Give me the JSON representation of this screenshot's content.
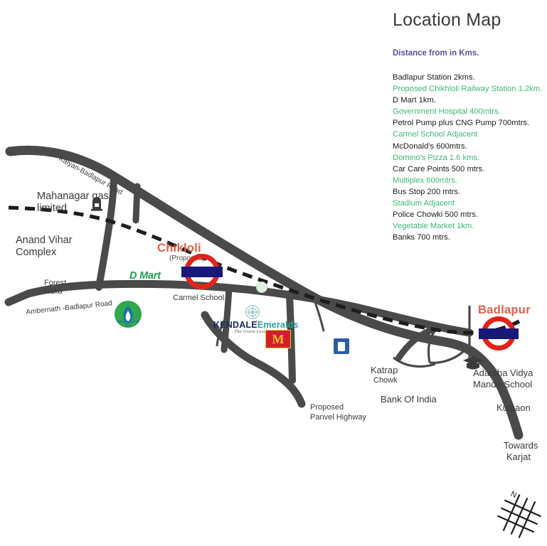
{
  "panel": {
    "title": "Location Map",
    "subtitle": "Distance from in Kms.",
    "legend": [
      {
        "text": "Badlapur Station 2kms.",
        "color": "black"
      },
      {
        "text": "Proposed Chikhloli Railway Station 1.2km.",
        "color": "green"
      },
      {
        "text": "D Mart 1km.",
        "color": "black"
      },
      {
        "text": "Government Hospital 400mtrs.",
        "color": "green"
      },
      {
        "text": "Petrol Pump plus CNG Pump 700mtrs.",
        "color": "black"
      },
      {
        "text": "Carmel School Adjacent",
        "color": "green"
      },
      {
        "text": "McDonald's 600mtrs.",
        "color": "black"
      },
      {
        "text": "Domino's Pizza 1.6 kms.",
        "color": "green"
      },
      {
        "text": "Car Care Points 500 mtrs.",
        "color": "black"
      },
      {
        "text": "Multiplex 600mtrs.",
        "color": "green"
      },
      {
        "text": "Bus Stop 200 mtrs.",
        "color": "black"
      },
      {
        "text": "Stadium Adjacent",
        "color": "green"
      },
      {
        "text": "Police Chowki 500 mtrs.",
        "color": "black"
      },
      {
        "text": "Vegetable Market 1km.",
        "color": "green"
      },
      {
        "text": "Banks 700 mtrs.",
        "color": "black"
      }
    ]
  },
  "map": {
    "stations": {
      "chikloli": {
        "name": "Chikloli",
        "note": "(Proposed)"
      },
      "badlapur": {
        "name": "Badlapur"
      }
    },
    "roads": {
      "kalyan_badlapur": "Kalyan-Badlapur Road",
      "ambernath_badlapur": "Ambernath -Badlapur Road",
      "panvel": "Proposed\nPanvel Highway",
      "panvel_line1": "Proposed",
      "panvel_line2": "Panvel Highway"
    },
    "places": {
      "mahanagar_line1": "Mahanagar gas",
      "mahanagar_line2": "limited",
      "anand_line1": "Anand Vihar",
      "anand_line2": "Complex",
      "forest_line1": "Forest",
      "forest_line2": "Naka",
      "carmel": "Carmel School",
      "katrap_line1": "Katrap",
      "katrap_line2": "Chowk",
      "bank": "Bank Of India",
      "adarsha_line1": "Adarsha Vidya",
      "adarsha_line2": "Mandir School",
      "kulgaon": "Kulgaon",
      "karjat_line1": "Towards",
      "karjat_line2": "Karjat"
    },
    "logos": {
      "dmart": "D Mart",
      "kendale_k": "KENDALE",
      "kendale_e": "Emeralds",
      "kendale_tag": "The Green Luxury",
      "mcdonalds": "M",
      "mahanagar_gas_line1": "MAHANAGAR",
      "mahanagar_gas_line2": "GAS"
    },
    "compass": {
      "north": "N"
    },
    "colors": {
      "road": "#4a4a4a",
      "station_red": "#e2231a",
      "station_blue": "#18187a",
      "station_label": "#e2614a",
      "legend_green": "#3cb878",
      "subtitle_purple": "#5b4f9e"
    }
  }
}
